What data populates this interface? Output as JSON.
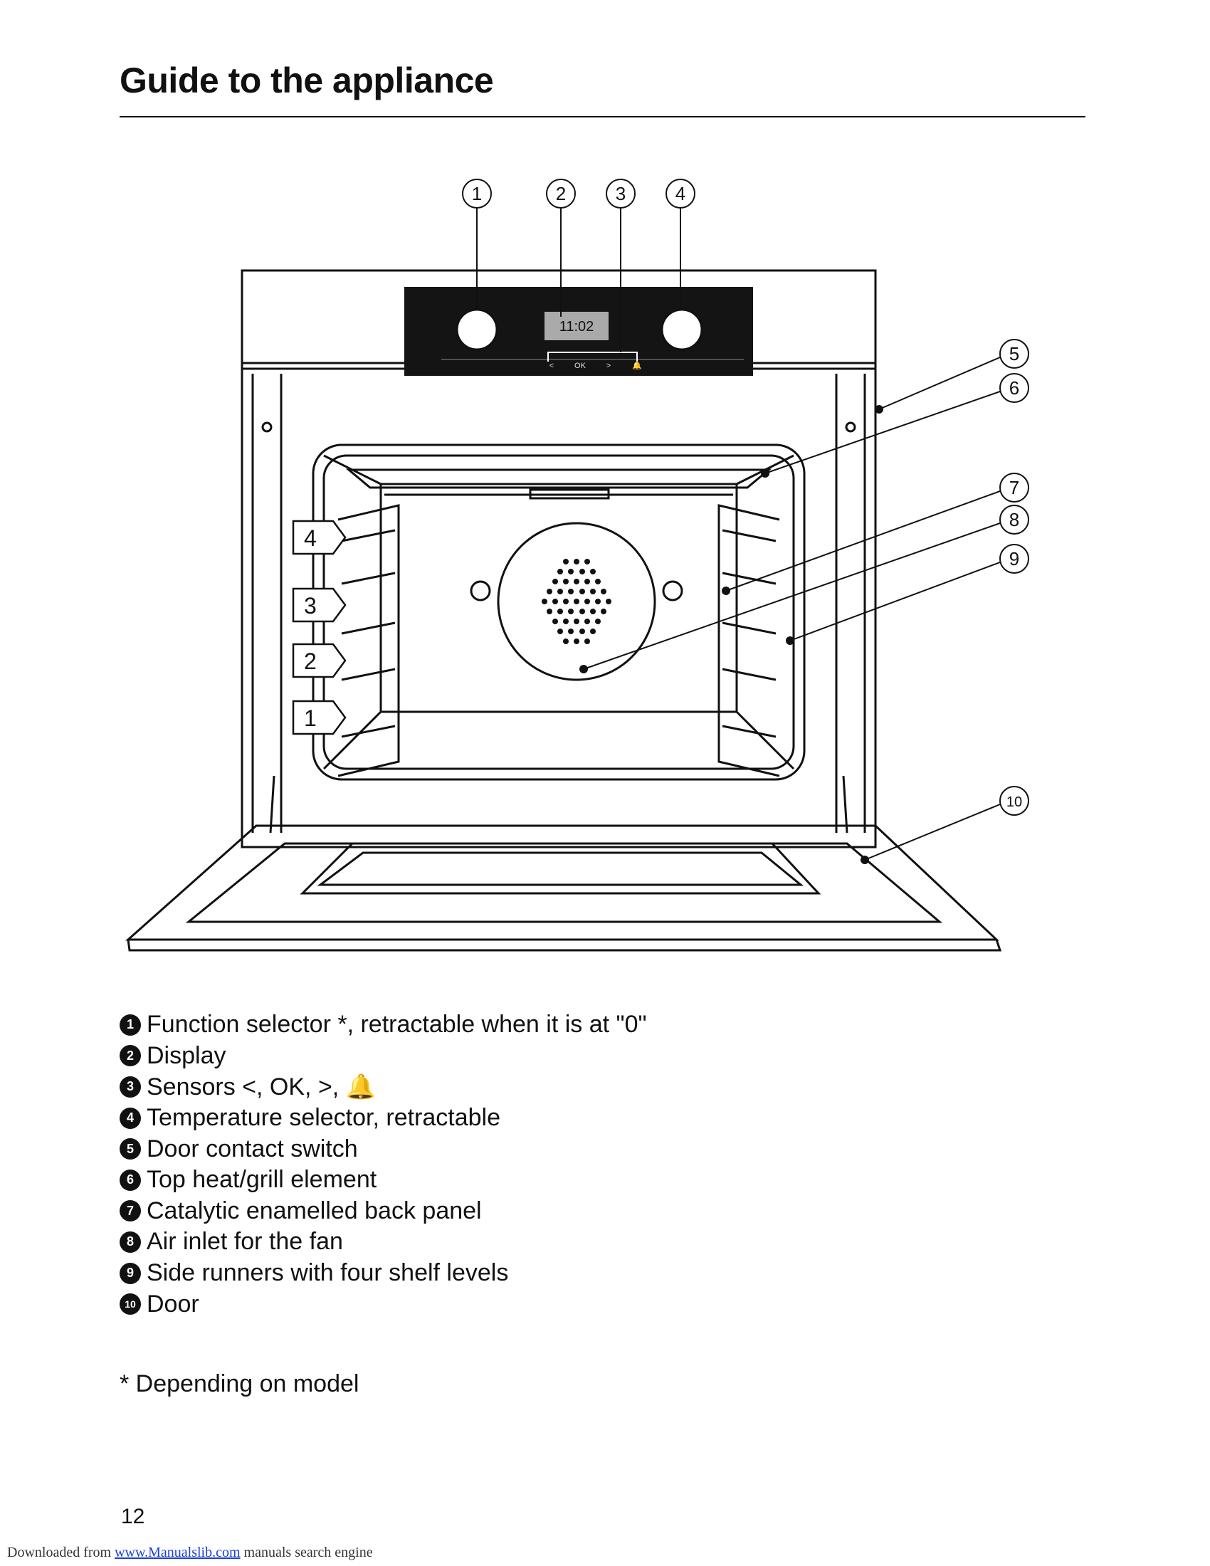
{
  "page": {
    "title": "Guide to the appliance",
    "page_number": "12",
    "footnote": "* Depending on model"
  },
  "figure": {
    "display_time": "11:02",
    "callouts": [
      "1",
      "2",
      "3",
      "4",
      "5",
      "6",
      "7",
      "8",
      "9",
      "10"
    ],
    "shelf_levels": [
      "4",
      "3",
      "2",
      "1"
    ],
    "panel_buttons": [
      "<",
      "OK",
      ">",
      "🔔"
    ]
  },
  "legend": [
    {
      "num": "1",
      "text": "Function selector *, retractable when it is at \"0\""
    },
    {
      "num": "2",
      "text": "Display"
    },
    {
      "num": "3",
      "text": "Sensors <, OK, >, 🔔"
    },
    {
      "num": "4",
      "text": "Temperature selector, retractable"
    },
    {
      "num": "5",
      "text": "Door contact switch"
    },
    {
      "num": "6",
      "text": "Top heat/grill element"
    },
    {
      "num": "7",
      "text": "Catalytic enamelled back panel"
    },
    {
      "num": "8",
      "text": "Air inlet for the fan"
    },
    {
      "num": "9",
      "text": "Side runners with four shelf levels"
    },
    {
      "num": "10",
      "text": "Door"
    }
  ],
  "footer": {
    "prefix": "Downloaded from",
    "link_text": "www.Manualslib.com",
    "suffix": "manuals search engine"
  }
}
